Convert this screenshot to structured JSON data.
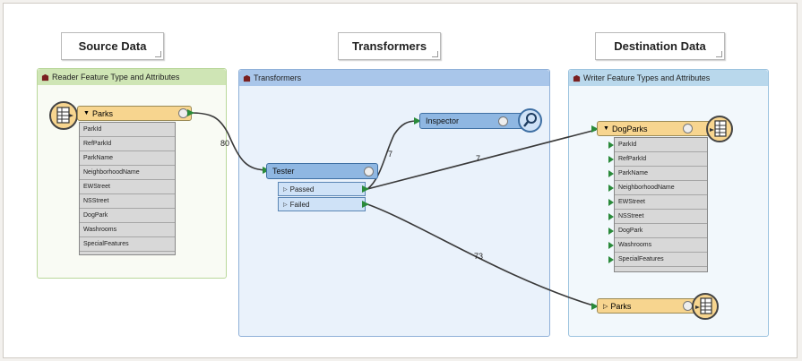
{
  "notes": {
    "source": "Source Data",
    "transformers": "Transformers",
    "destination": "Destination Data"
  },
  "bookmarks": {
    "reader": "Reader Feature Type and Attributes",
    "transformers": "Transformers",
    "writer": "Writer Feature Types and Attributes"
  },
  "reader": {
    "name": "Parks",
    "attributes": [
      "ParkId",
      "RefParkId",
      "ParkName",
      "NeighborhoodName",
      "EWStreet",
      "NSStreet",
      "DogPark",
      "Washrooms",
      "SpecialFeatures"
    ]
  },
  "transformers": {
    "tester": "Tester",
    "passed": "Passed",
    "failed": "Failed",
    "inspector": "Inspector"
  },
  "writers": {
    "dogparks": "DogParks",
    "dogparks_attributes": [
      "ParkId",
      "RefParkId",
      "ParkName",
      "NeighborhoodName",
      "EWStreet",
      "NSStreet",
      "DogPark",
      "Washrooms",
      "SpecialFeatures"
    ],
    "parks": "Parks"
  },
  "counts": {
    "reader_to_tester": "80",
    "passed_to_inspector": "7",
    "passed_to_dogparks": "7",
    "failed_to_parks": "73"
  },
  "colors": {
    "reader_header": "#cfe5b5",
    "reader_border": "#b9d79a",
    "transformer_header": "#a9c6ea",
    "transformer_body": "#eaf2fb",
    "writer_header": "#b9d8ec",
    "feature_type": "#f7d58f",
    "transformer_node": "#8fb7e2",
    "link": "#3a3a3a",
    "port_arrow": "#2a8a3a"
  }
}
